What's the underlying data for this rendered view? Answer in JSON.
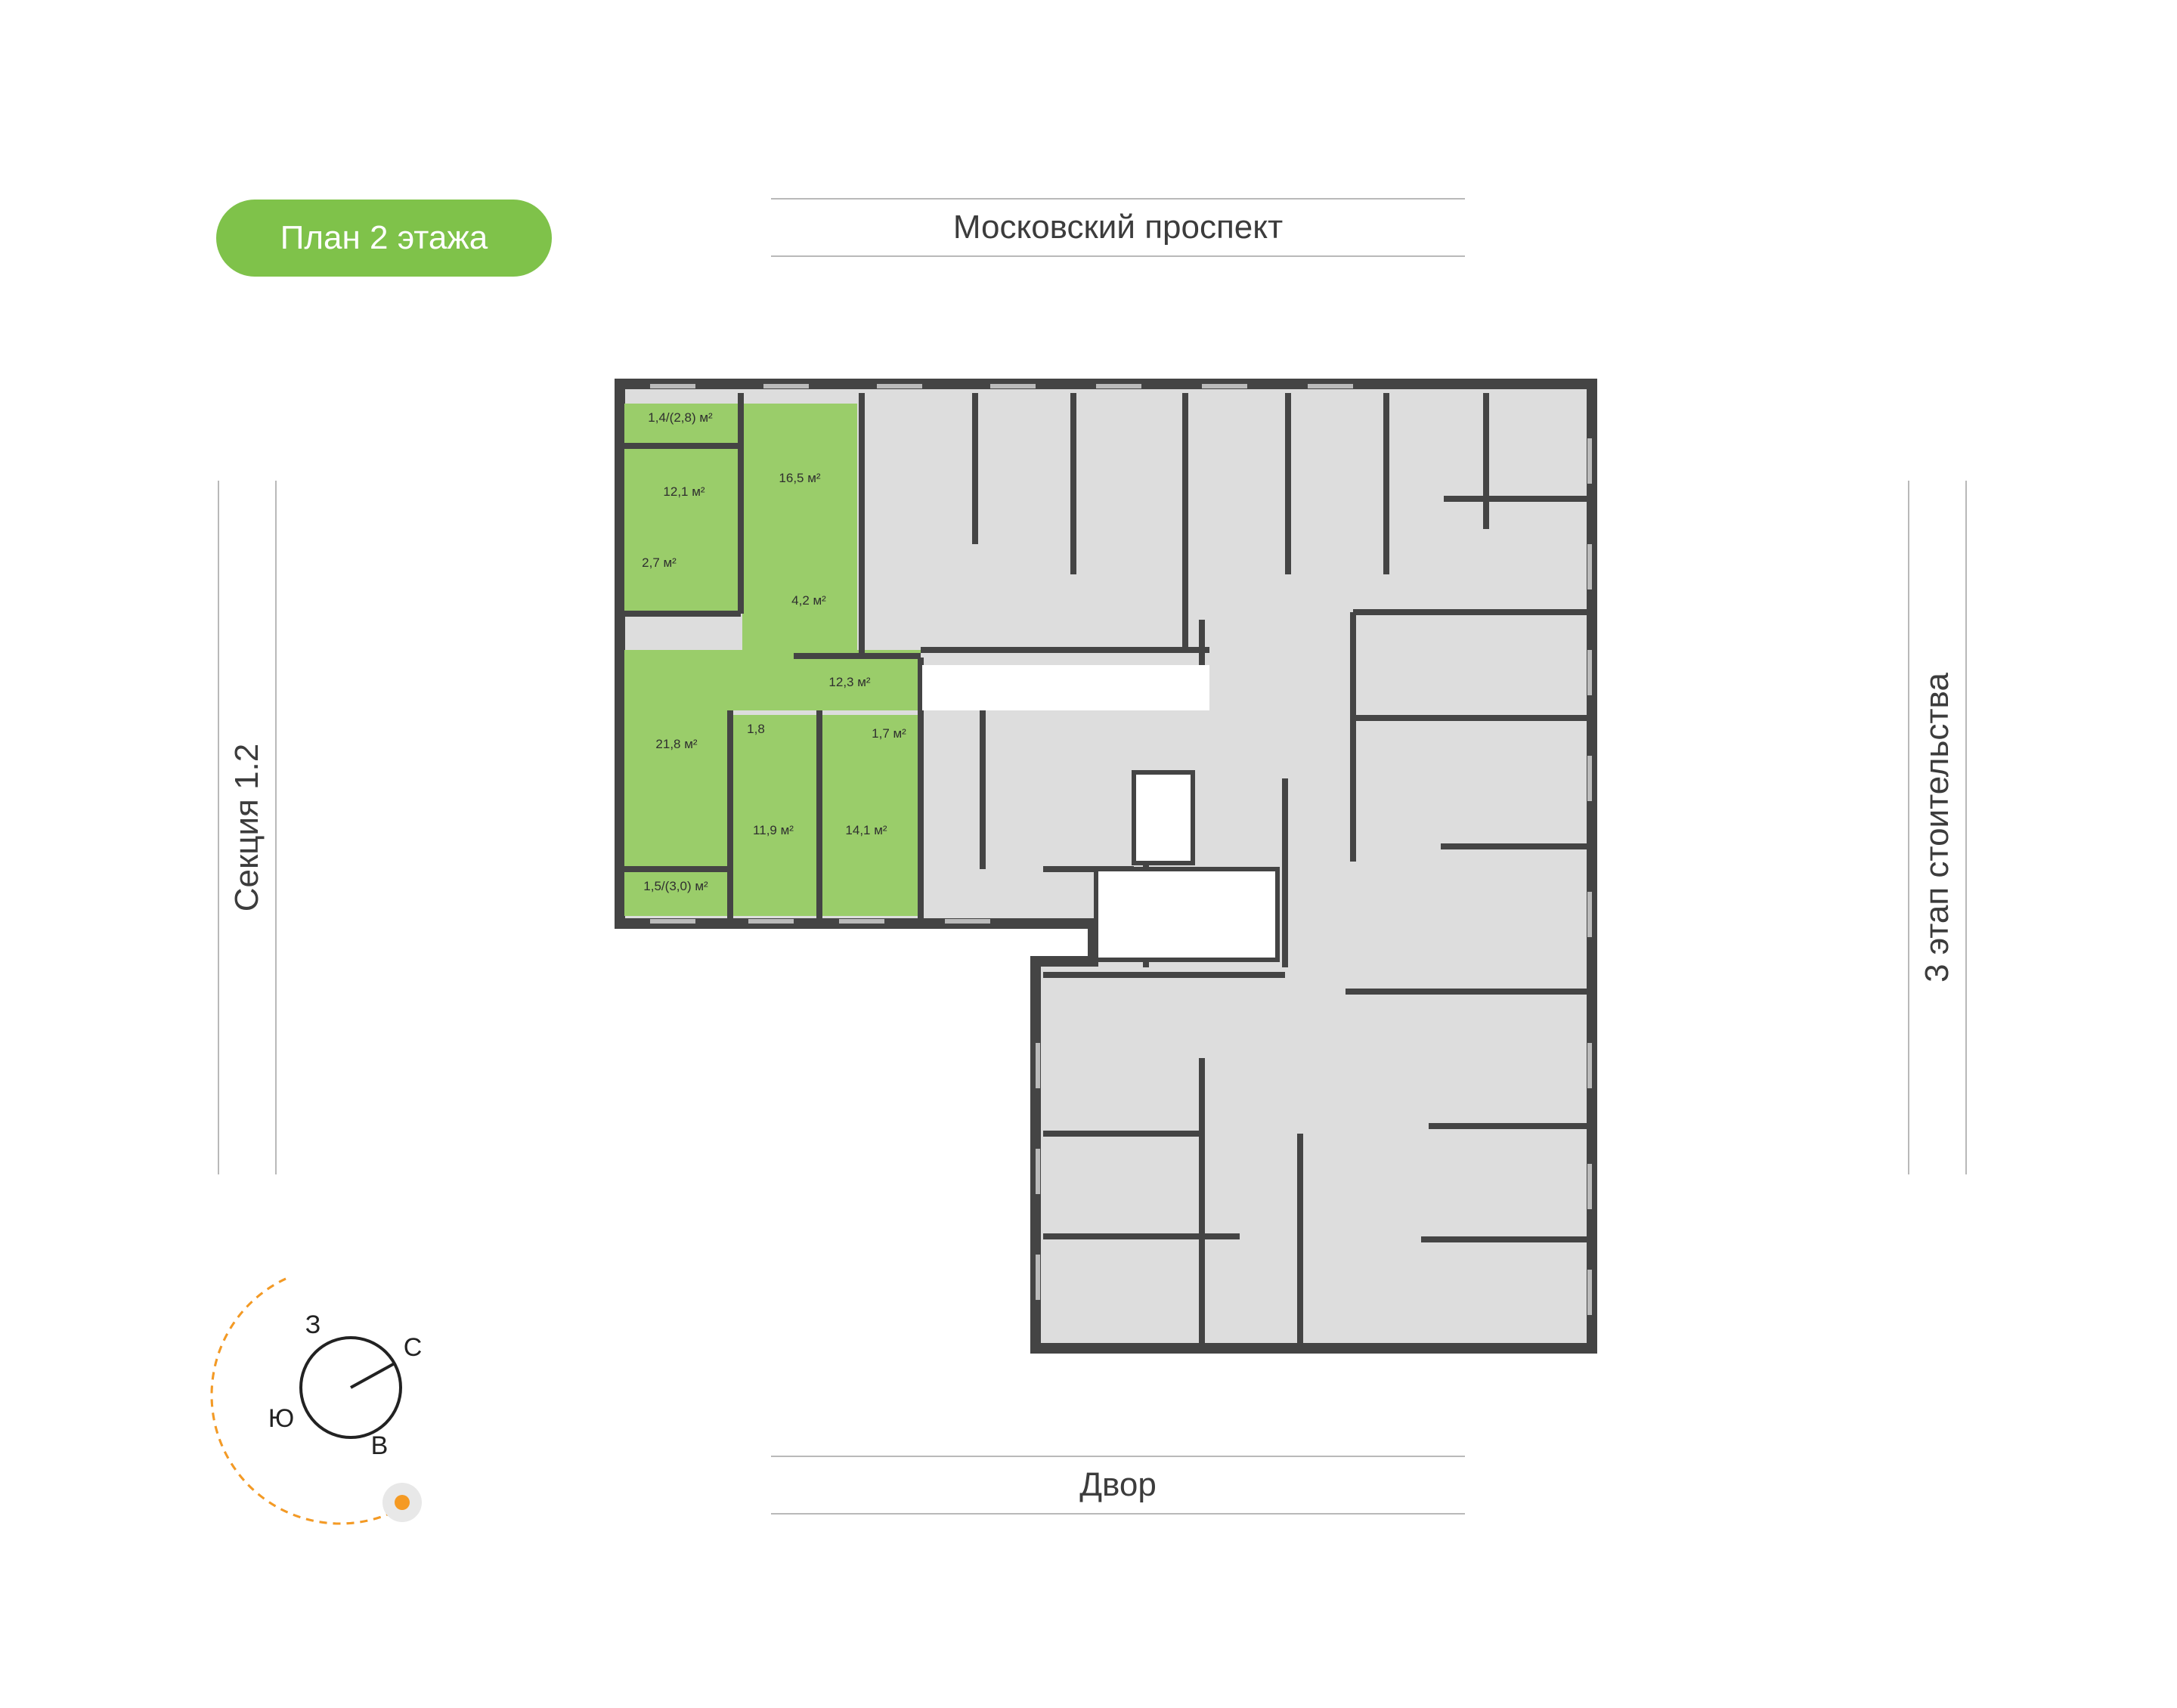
{
  "floor_badge": "План 2 этажа",
  "streets": {
    "top": "Московский проспект",
    "bottom": "Двор",
    "left": "Секция 1.2",
    "right": "3 этап стоительства"
  },
  "apartment_rooms": [
    "1,4/(2,8) м²",
    "16,5 м²",
    "12,1 м²",
    "2,7 м²",
    "4,2 м²",
    "12,3 м²",
    "21,8 м²",
    "1,8",
    "1,7 м²",
    "11,9 м²",
    "14,1 м²",
    "1,5/(3,0) м²"
  ],
  "compass": {
    "w": "З",
    "n": "С",
    "s": "Ю",
    "e": "В"
  },
  "colors": {
    "highlight": "#9acd6a",
    "badge": "#7fc24a",
    "wall": "#444444",
    "room": "#dddddd",
    "sun": "#f59a23"
  }
}
